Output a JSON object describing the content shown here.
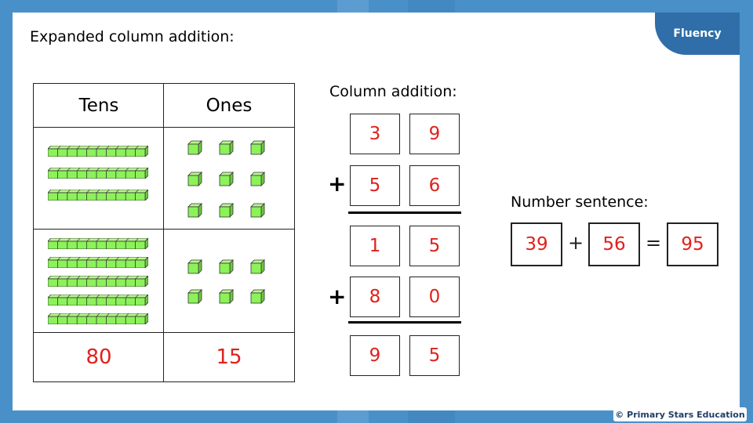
{
  "badge": "Fluency",
  "heading": "Expanded column addition:",
  "place_value_table": {
    "headers": [
      "Tens",
      "Ones"
    ],
    "row1": {
      "tens_rods": 3,
      "ones_cubes": 9
    },
    "row2": {
      "tens_rods": 5,
      "ones_cubes": 6
    },
    "totals": [
      "80",
      "15"
    ]
  },
  "column_addition": {
    "label": "Column addition:",
    "plus_symbol": "+",
    "rows": [
      [
        "3",
        "9"
      ],
      [
        "5",
        "6"
      ],
      [
        "1",
        "5"
      ],
      [
        "8",
        "0"
      ],
      [
        "9",
        "5"
      ]
    ]
  },
  "number_sentence": {
    "label": "Number sentence:",
    "a": "39",
    "plus": "+",
    "b": "56",
    "equals": "=",
    "result": "95"
  },
  "copyright": "© Primary Stars Education",
  "colors": {
    "accent_red": "#e0201c",
    "block_green": "#8cf25a",
    "badge_blue": "#2f6ea8",
    "background_blue": "#4a90c8"
  },
  "icons": {
    "tens": "tens-rod-icon",
    "ones": "ones-cube-icon"
  }
}
